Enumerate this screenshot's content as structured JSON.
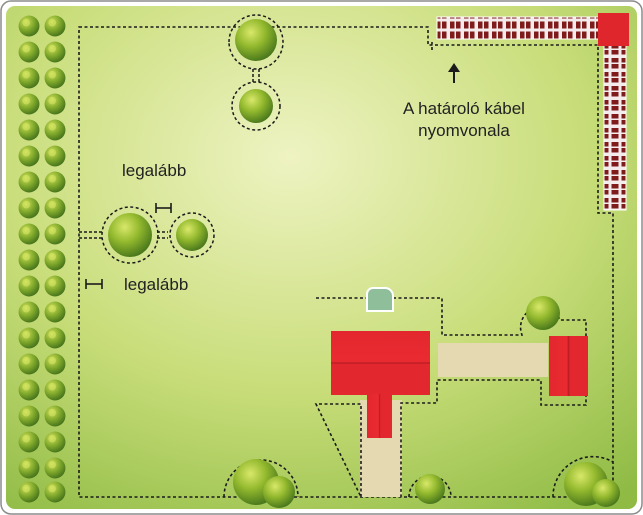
{
  "labels": {
    "min_distance_top": "legalább",
    "min_distance_bottom": "legalább"
  },
  "cable_caption": {
    "line1": "A határoló kábel",
    "line2": "nyomvonala"
  },
  "icons": {
    "tree": "tree-icon",
    "house": "house-roof-icon",
    "garage": "garage-roof-icon",
    "fence": "brick-fence-icon",
    "charging_station": "charging-station-icon",
    "arrow": "arrow-up-icon",
    "dimension": "dimension-marker-icon"
  },
  "colors": {
    "lawn_light": "#dfe7a8",
    "lawn_dark": "#9cc24a",
    "cable": "#1b1b1b",
    "roof": "#e0262d",
    "path": "#e4d9b0",
    "tree_light": "#c5da3f",
    "tree_dark": "#3f7a1c",
    "brick": "#8a1f1f",
    "station": "#8fbf9a",
    "frame": "#7a7a7a"
  }
}
